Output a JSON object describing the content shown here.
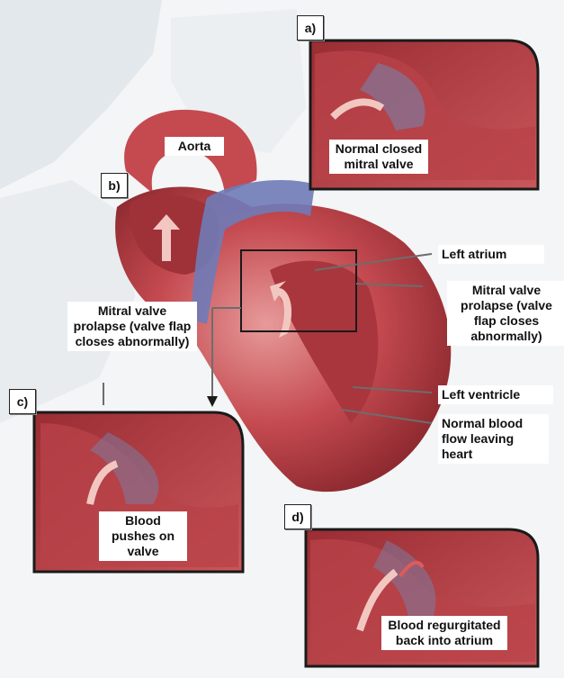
{
  "colors": {
    "background": "#f3f5f6",
    "tissue_dark": "#7a1f25",
    "tissue_mid": "#b63a40",
    "tissue_light": "#d9777a",
    "vessel_blue": "#6f7bb8",
    "arrow": "#f3c7c1"
  },
  "labels": {
    "aorta": "Aorta",
    "left_atrium": "Left atrium",
    "mitral_prolapse_right": "Mitral valve prolapse (valve flap closes abnormally)",
    "mitral_prolapse_left": "Mitral valve prolapse (valve flap closes abnormally)",
    "left_ventricle": "Left ventricle",
    "normal_flow": "Normal blood flow leaving heart",
    "normal_closed": "Normal closed mitral valve",
    "blood_pushes": "Blood pushes on valve",
    "regurgitated": "Blood regurgitated back into atrium"
  },
  "panels": {
    "a": "a)",
    "b": "b)",
    "c": "c)",
    "d": "d)"
  }
}
